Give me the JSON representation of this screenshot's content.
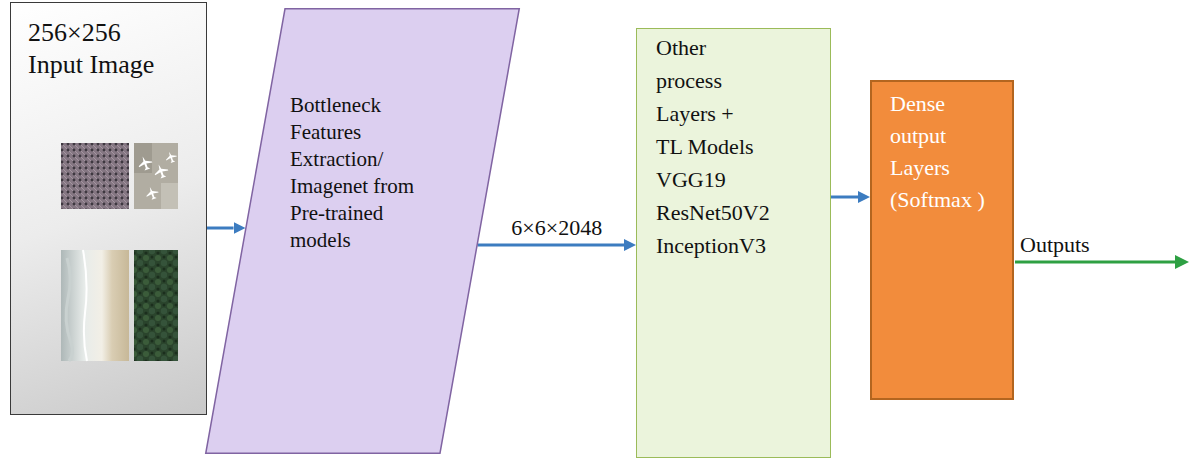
{
  "diagram": {
    "nodes": [
      {
        "text": [
          "256×256 Input Image"
        ]
      },
      {
        "text": [
          "Bottleneck Features Extraction/ Imagenet from Pre-trained models"
        ]
      },
      {
        "text": [
          "Other process Layers + TL Models VGG19 ResNet50V2 InceptionV3"
        ]
      },
      {
        "text": [
          "Dense output Layers (Softmax )"
        ]
      }
    ],
    "edges": [
      {
        "from": 0,
        "to": 1,
        "arrow": "to"
      },
      {
        "from": 1,
        "to": 2,
        "label": "6×6×2048",
        "arrow": "to"
      },
      {
        "from": 2,
        "to": 3,
        "arrow": "to"
      }
    ],
    "labels": [
      "Outputs"
    ]
  }
}
